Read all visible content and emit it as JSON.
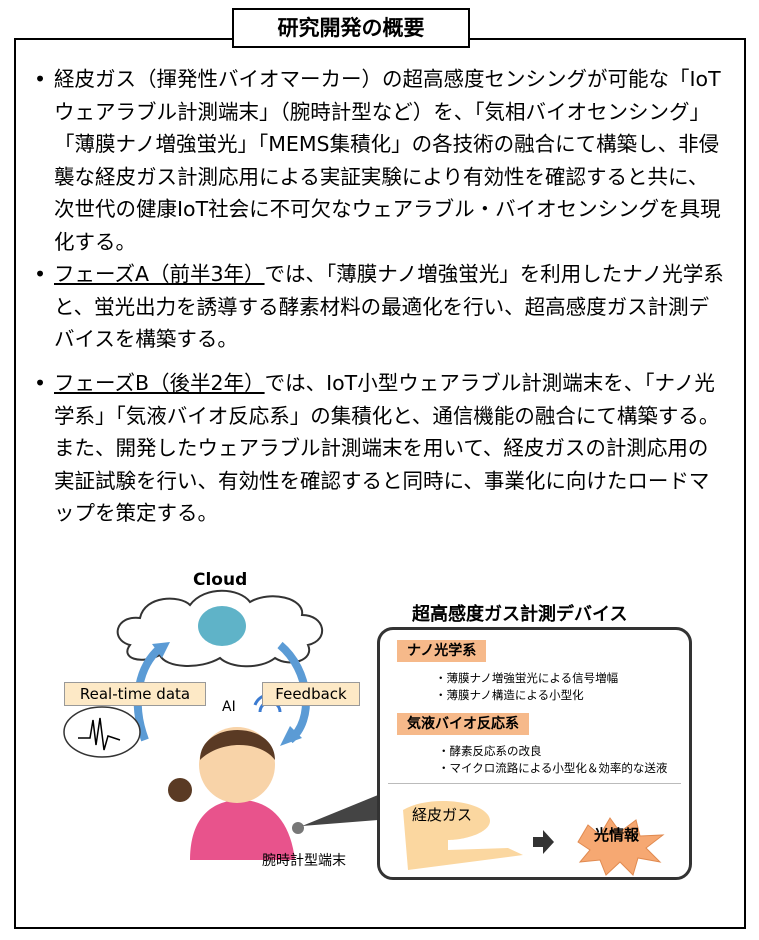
{
  "title": "研究開発の概要",
  "paragraphs": [
    {
      "underlined": "",
      "text": "経皮ガス（揮発性バイオマーカー）の超高感度センシングが可能な「IoTウェアラブル計測端末」（腕時計型など）を、「気相バイオセンシング」「薄膜ナノ増強蛍光」「MEMS集積化」の各技術の融合にて構築し、非侵襲な経皮ガス計測応用による実証実験により有効性を確認すると共に、次世代の健康IoT社会に不可欠なウェアラブル・バイオセンシングを具現化する。"
    },
    {
      "underlined": "フェーズA（前半3年）",
      "text": "では、「薄膜ナノ増強蛍光」を利用したナノ光学系と、蛍光出力を誘導する酵素材料の最適化を行い、超高感度ガス計測デバイスを構築する。"
    },
    {
      "underlined": "フェーズB（後半2年）",
      "text": "では、IoT小型ウェアラブル計測端末を、「ナノ光学系」「気液バイオ反応系」の集積化と、通信機能の融合にて構築する。また、開発したウェアラブル計測端末を用いて、経皮ガスの計測応用の実証試験を行い、有効性を確認すると同時に、事業化に向けたロードマップを策定する。"
    }
  ],
  "bullet": "•",
  "diagram": {
    "cloud_label": "Cloud",
    "ai_label": "AI",
    "realtime_label": "Real-time data",
    "feedback_label": "Feedback",
    "device_caption": "腕時計型端末",
    "device_title": "超高感度ガス計測デバイス",
    "section1": {
      "title": "ナノ光学系",
      "items": [
        "・薄膜ナノ増強蛍光による信号増幅",
        "・薄膜ナノ構造による小型化"
      ]
    },
    "section2": {
      "title": "気液バイオ反応系",
      "items": [
        "・酵素反応系の改良",
        "・マイクロ流路による小型化＆効率的な送液"
      ]
    },
    "gas_label": "経皮ガス",
    "light_label": "光情報"
  }
}
